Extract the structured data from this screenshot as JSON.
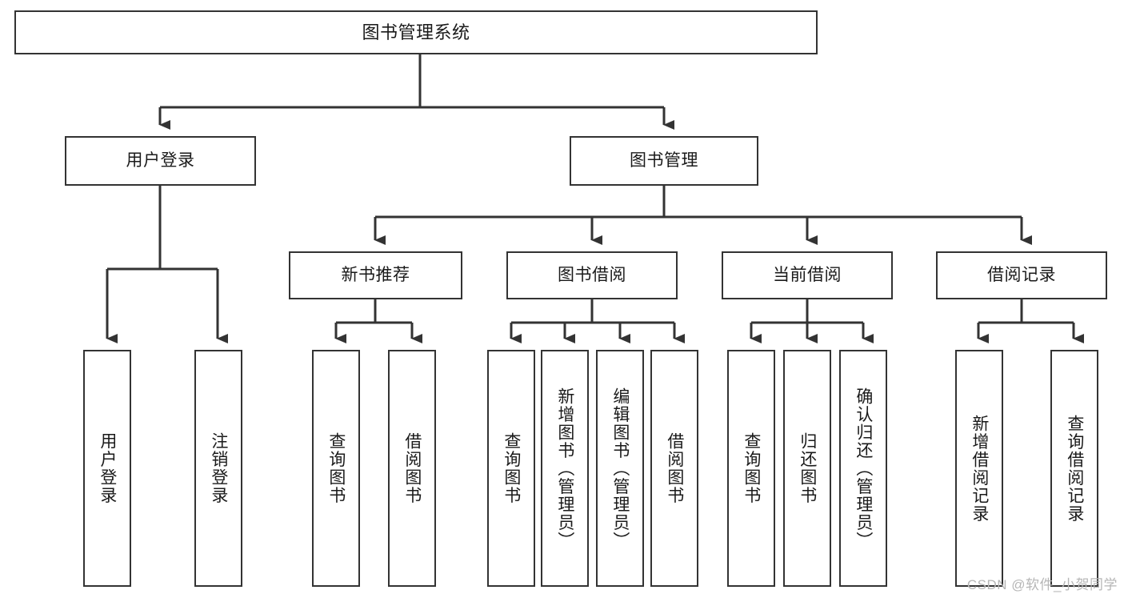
{
  "diagram": {
    "title": "图书管理系统",
    "watermark": "CSDN @软件_小贺同学",
    "style": {
      "background": "#ffffff",
      "border_color": "#333333",
      "line_color": "#333333",
      "text_color": "#1a1a1a",
      "watermark_color": "#b6b6b6"
    },
    "levels": {
      "root": {
        "label": "图书管理系统"
      },
      "level2": [
        {
          "label": "用户登录"
        },
        {
          "label": "图书管理"
        }
      ],
      "level3": [
        {
          "label": "新书推荐"
        },
        {
          "label": "图书借阅"
        },
        {
          "label": "当前借阅"
        },
        {
          "label": "借阅记录"
        }
      ],
      "leaves": [
        {
          "label": "用户登录",
          "parent": "用户登录"
        },
        {
          "label": "注销登录",
          "parent": "用户登录"
        },
        {
          "label": "查询图书",
          "parent": "新书推荐"
        },
        {
          "label": "借阅图书",
          "parent": "新书推荐"
        },
        {
          "label": "查询图书",
          "parent": "图书借阅"
        },
        {
          "label": "新增图书（管理员）",
          "parent": "图书借阅"
        },
        {
          "label": "编辑图书（管理员）",
          "parent": "图书借阅"
        },
        {
          "label": "借阅图书",
          "parent": "图书借阅"
        },
        {
          "label": "查询图书",
          "parent": "当前借阅"
        },
        {
          "label": "归还图书",
          "parent": "当前借阅"
        },
        {
          "label": "确认归还（管理员）",
          "parent": "当前借阅"
        },
        {
          "label": "新增借阅记录",
          "parent": "借阅记录"
        },
        {
          "label": "查询借阅记录",
          "parent": "借阅记录"
        }
      ]
    }
  }
}
